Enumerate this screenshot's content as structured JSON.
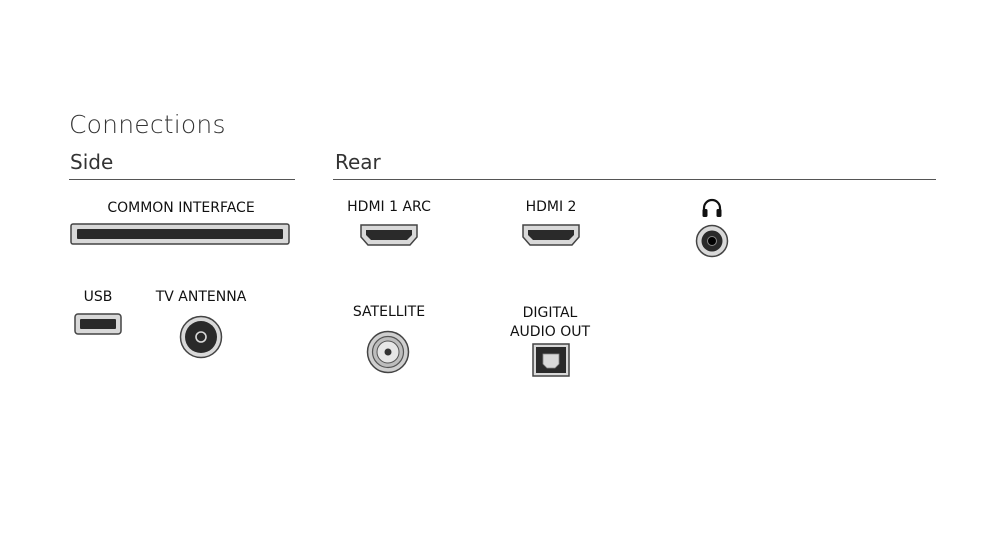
{
  "header": {
    "title": "Connections"
  },
  "sections": {
    "side": "Side",
    "rear": "Rear"
  },
  "ports": {
    "common_interface": "COMMON INTERFACE",
    "usb": "USB",
    "tv_antenna": "TV ANTENNA",
    "hdmi1_arc": "HDMI 1 ARC",
    "hdmi2": "HDMI 2",
    "satellite": "SATELLITE",
    "digital_audio_out_line1": "DIGITAL",
    "digital_audio_out_line2": "AUDIO OUT"
  },
  "icons": {
    "headphones": "headphones-icon",
    "common_interface_slot": "common-interface-slot-icon",
    "usb_port": "usb-port-icon",
    "coax_port": "coax-port-icon",
    "hdmi_port": "hdmi-port-icon",
    "optical_port": "optical-port-icon",
    "audio_jack": "audio-jack-icon"
  }
}
